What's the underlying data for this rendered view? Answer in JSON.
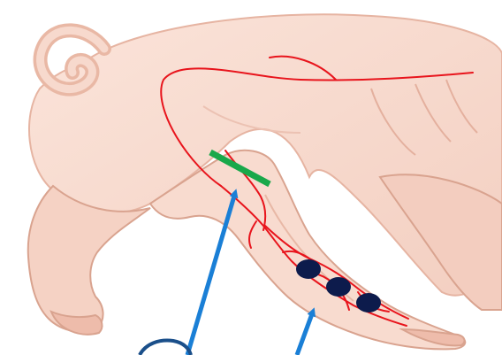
{
  "illustration": {
    "subject": "pig-hindquarters-and-hind-leg",
    "colors": {
      "skin": "#f7d8cc",
      "skin_shadow": "#eebcab",
      "skin_dark": "#dca08d",
      "outline": "#d9a38f",
      "nerve": "#e8141c",
      "marker_bar": "#19a84a",
      "dot": "#0d1b4c",
      "arrow": "#1a7fd6"
    }
  },
  "markers": {
    "dots_count": 3,
    "arrows_count": 2,
    "bars_count": 1
  }
}
